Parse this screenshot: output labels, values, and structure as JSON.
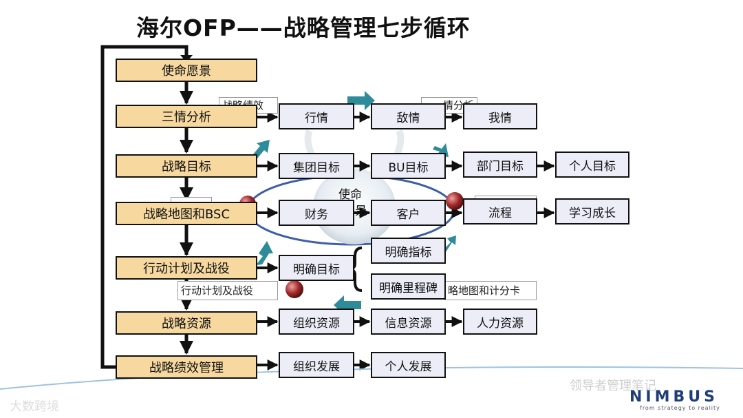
{
  "title": "海尔OFP——战略管理七步循环",
  "steps": [
    "使命愿景",
    "三情分析",
    "战略目标",
    "战略地图和BSC",
    "行动计划及战役",
    "战略资源",
    "战略绩效管理"
  ],
  "row_analysis": [
    "行情",
    "敌情",
    "我情"
  ],
  "row_goals": [
    "集团目标",
    "BU目标",
    "部门目标",
    "个人目标"
  ],
  "row_bsc": [
    "财务",
    "客户",
    "流程",
    "学习成长"
  ],
  "row_plan": {
    "goal": "明确目标",
    "indicators": "明确指标",
    "milestones": "明确里程碑"
  },
  "row_resources": [
    "组织资源",
    "信息资源",
    "人力资源"
  ],
  "row_performance": [
    "组织发展",
    "个人发展"
  ],
  "ghost_labels": {
    "perf": "战略绩效",
    "analysis": "情分析",
    "plan": "行动计划及战役",
    "map": "略地图和计分卡"
  },
  "center_text": {
    "line1": "使命",
    "line2": "景"
  },
  "watermarks": {
    "left": "大数跨境",
    "right": "领导者管理笔记"
  },
  "logo": {
    "name": "NIMBUS",
    "tagline": "from strategy to reality"
  },
  "colors": {
    "main_fill": "#f7d9a0",
    "sub_fill": "#ededf8",
    "teal_arrow": "#2e8b9a",
    "ball": "#8a1f1f"
  }
}
